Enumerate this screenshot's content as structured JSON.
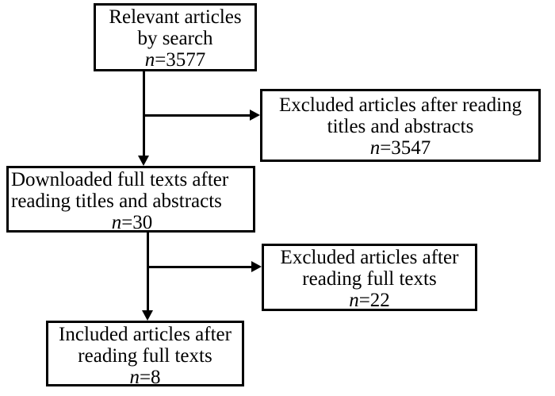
{
  "colors": {
    "box_border": "#000000",
    "line": "#000000",
    "text": "#000000",
    "background": "#ffffff"
  },
  "flowchart": {
    "type": "article-selection-flow-diagram",
    "nodes": [
      {
        "id": "relevant-articles",
        "lines": [
          "Relevant articles",
          "by search"
        ],
        "n_label": "n",
        "n_value": "=3577"
      },
      {
        "id": "excluded-titles-abstracts",
        "lines": [
          "Excluded articles after reading",
          "titles and abstracts"
        ],
        "n_label": "n",
        "n_value": "=3547"
      },
      {
        "id": "downloaded-full-texts",
        "lines": [
          "Downloaded full texts after",
          "reading titles and abstracts"
        ],
        "n_label": "n",
        "n_value": "=30"
      },
      {
        "id": "excluded-full-texts",
        "lines": [
          "Excluded articles after",
          "reading full texts"
        ],
        "n_label": "n",
        "n_value": "=22"
      },
      {
        "id": "included-articles",
        "lines": [
          "Included articles after",
          "reading full texts"
        ],
        "n_label": "n",
        "n_value": "=8"
      }
    ],
    "edges": [
      {
        "from": "relevant-articles",
        "to": "downloaded-full-texts"
      },
      {
        "from": "relevant-articles",
        "to": "excluded-titles-abstracts"
      },
      {
        "from": "downloaded-full-texts",
        "to": "included-articles"
      },
      {
        "from": "downloaded-full-texts",
        "to": "excluded-full-texts"
      }
    ]
  }
}
